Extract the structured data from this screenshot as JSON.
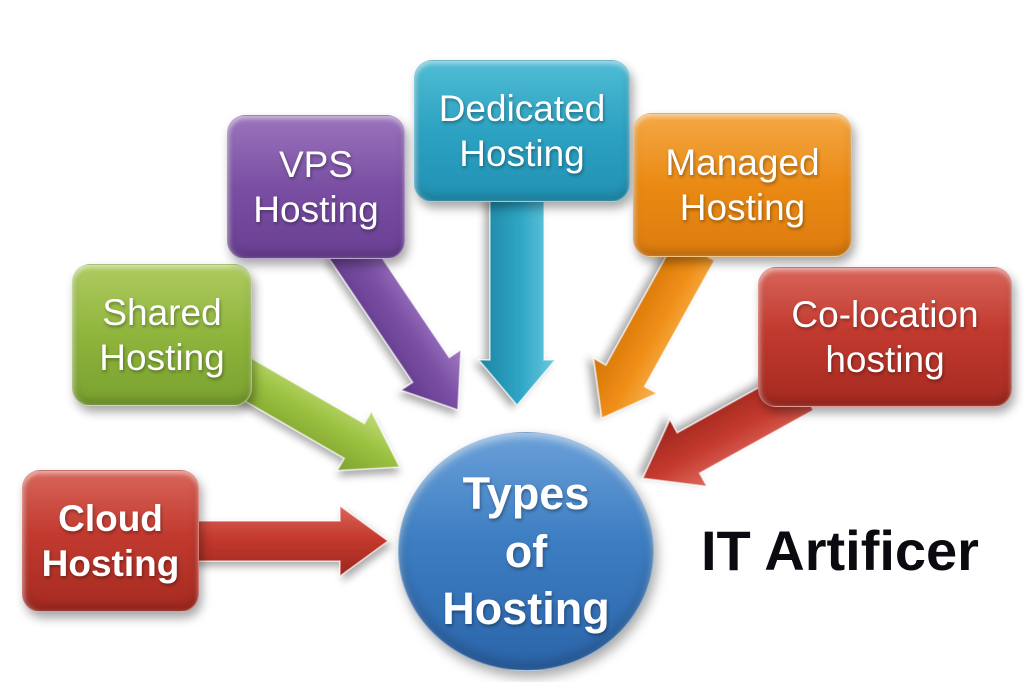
{
  "diagram": {
    "background_color": "#ffffff",
    "center": {
      "line1": "Types",
      "line2": "of",
      "line3": "Hosting",
      "color": "#3d7ec2"
    },
    "nodes": {
      "cloud": {
        "line1": "Cloud",
        "line2": "Hosting",
        "color": "#c23a2f"
      },
      "shared": {
        "line1": "Shared",
        "line2": "Hosting",
        "color": "#8fb53d"
      },
      "vps": {
        "line1": "VPS",
        "line2": "Hosting",
        "color": "#7a4fa3"
      },
      "dedicated": {
        "line1": "Dedicated",
        "line2": "Hosting",
        "color": "#2da2c2"
      },
      "managed": {
        "line1": "Managed",
        "line2": "Hosting",
        "color": "#ea8a14"
      },
      "colocation": {
        "line1": "Co-location",
        "line2": "hosting",
        "color": "#c23a2f"
      }
    },
    "watermark": "IT Artificer"
  }
}
